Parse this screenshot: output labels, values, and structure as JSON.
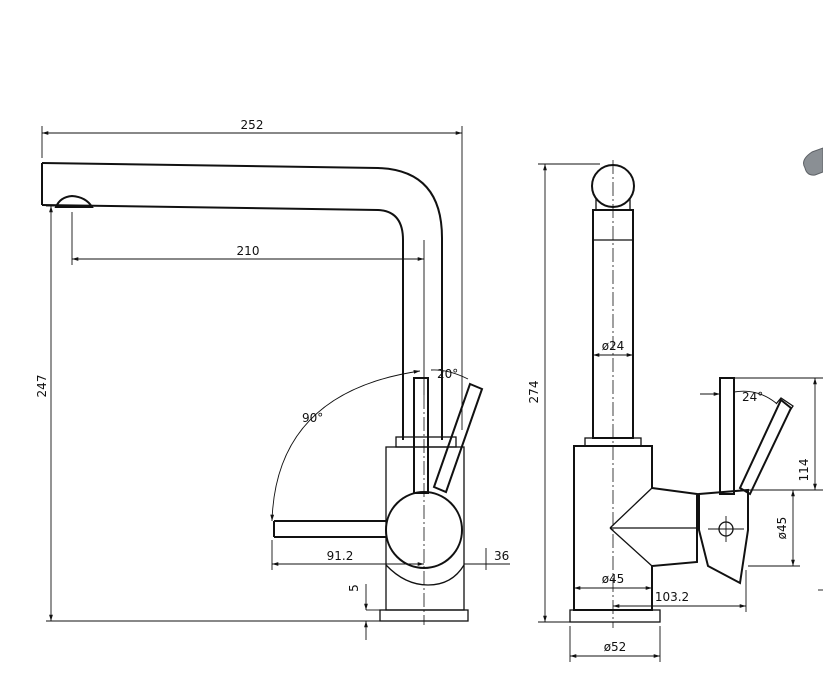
{
  "front_view": {
    "dims": {
      "total_width": "252",
      "spout_reach": "210",
      "total_height": "247",
      "lever_angle_small": "20°",
      "lever_angle_large": "90°",
      "lever_reach": "91.2",
      "body_offset": "36",
      "base_thickness": "5"
    }
  },
  "side_view": {
    "dims": {
      "total_height": "274",
      "tube_diameter": "ø24",
      "body_diameter": "ø45",
      "base_diameter": "ø52",
      "body_depth": "103.2"
    }
  },
  "detail_view": {
    "dims": {
      "lever_angle": "24°",
      "lever_height": "114",
      "cartridge_diameter": "ø45"
    }
  }
}
